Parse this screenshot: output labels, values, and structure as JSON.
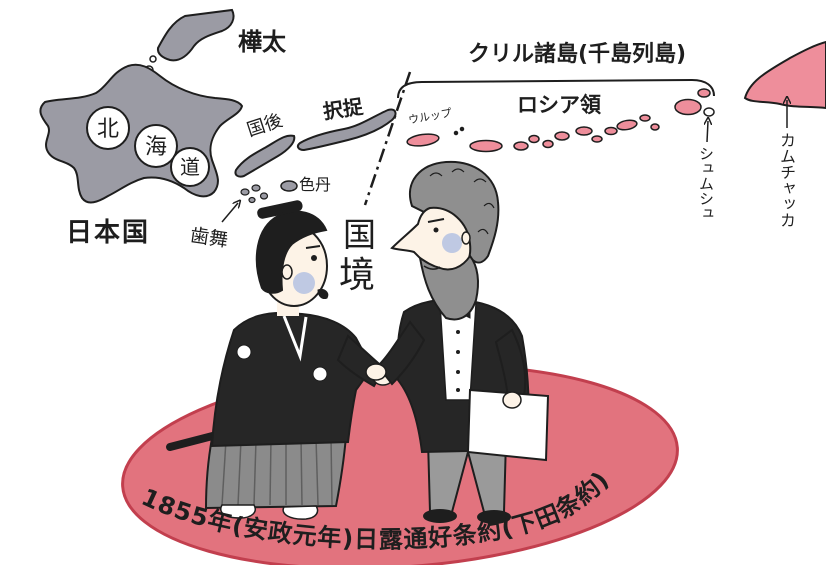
{
  "map_labels": {
    "sakhalin": "樺太",
    "hokkaido_chars": [
      "北",
      "海",
      "道"
    ],
    "japan": "日本国",
    "kunashiri": "国後",
    "etorofu": "択捉",
    "shikotan": "色丹",
    "habomai": "歯舞",
    "border_chars": [
      "国",
      "境"
    ],
    "kuril_islands": "クリル諸島(千島列島)",
    "urup": "ウルップ",
    "russian_territory": "ロシア領",
    "shumshu": "シュムシュ",
    "kamchatka": "カムチャッカ"
  },
  "treaty_caption": "1855年(安政元年)日露通好条約(下田条約)",
  "colors": {
    "japan_islands": "#9b9ba4",
    "russian_islands": "#ee8e9b",
    "treaty_oval": "#e2737e",
    "treaty_oval_border": "#c23f4e",
    "ink": "#1e1e1e",
    "kimono": "#262626",
    "hakama": "#8b8b8b",
    "skin": "#fdf3e7",
    "cheek": "#b8c4e2",
    "russian_hair": "#8f8f8f"
  }
}
